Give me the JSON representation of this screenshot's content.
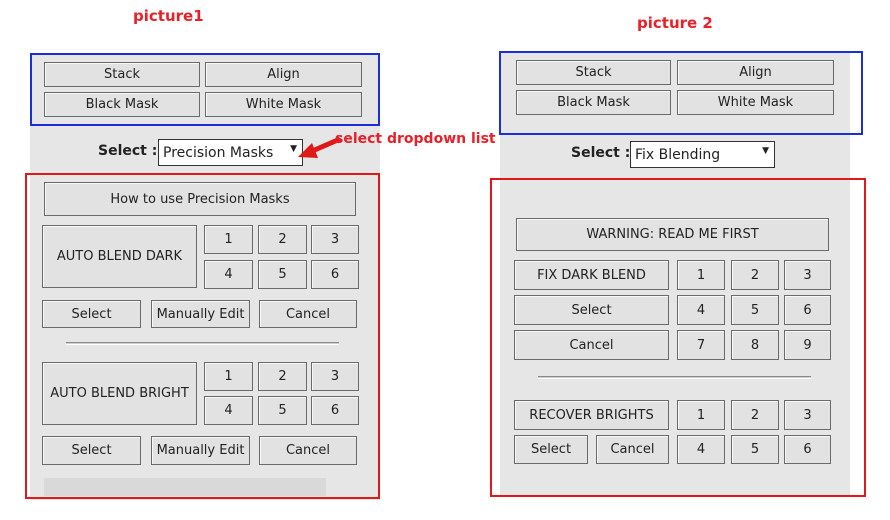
{
  "picture1": {
    "heading": "picture1",
    "toolbar": {
      "stack": "Stack",
      "align": "Align",
      "black_mask": "Black Mask",
      "white_mask": "White Mask"
    },
    "select_label": "Select :",
    "dropdown_value": "Precision Masks",
    "dropdown_arrow": "▼",
    "annotation": "select dropdown  list",
    "how_to": "How to use Precision Masks",
    "auto_blend_dark": "AUTO BLEND DARK",
    "auto_blend_bright": "AUTO BLEND BRIGHT",
    "numbers": [
      "1",
      "2",
      "3",
      "4",
      "5",
      "6"
    ],
    "actions": {
      "select": "Select",
      "manually_edit": "Manually Edit",
      "cancel": "Cancel"
    }
  },
  "picture2": {
    "heading": "picture 2",
    "toolbar": {
      "stack": "Stack",
      "align": "Align",
      "black_mask": "Black Mask",
      "white_mask": "White Mask"
    },
    "select_label": "Select :",
    "dropdown_value": "Fix Blending",
    "dropdown_arrow": "▼",
    "warning": "WARNING: READ ME FIRST",
    "fix_dark_blend": "FIX DARK BLEND",
    "select": "Select",
    "cancel": "Cancel",
    "recover_brights": "RECOVER BRIGHTS",
    "numbers9": [
      "1",
      "2",
      "3",
      "4",
      "5",
      "6",
      "7",
      "8",
      "9"
    ],
    "numbers6": [
      "1",
      "2",
      "3",
      "4",
      "5",
      "6"
    ]
  },
  "colors": {
    "heading_red": "#e8202a",
    "blue_outline": "#1a2fd8",
    "red_outline": "#e01818",
    "panel_bg": "#e6e6e6",
    "button_bg": "#e2e2e2"
  }
}
